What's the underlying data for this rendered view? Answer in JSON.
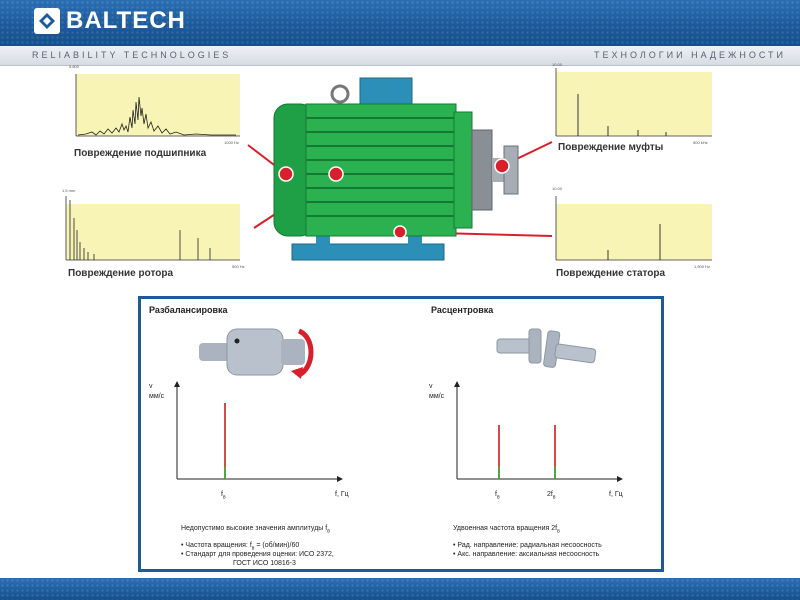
{
  "header": {
    "brand": "BALTECH",
    "tagline_left": "RELIABILITY  TECHNOLOGIES",
    "tagline_right": "ТЕХНОЛОГИИ НАДЕЖНОСТИ"
  },
  "motor_faults": {
    "bearing": {
      "caption": "Повреждение подшипника",
      "y_top": "5.800",
      "x_end": "1000 Hz"
    },
    "rotor": {
      "caption": "Повреждение ротора",
      "y_top": "1.5 mm",
      "x_end": "500 Hz"
    },
    "coupling": {
      "caption": "Повреждение муфты",
      "y_top": "10.00",
      "x_end": "500 kHz"
    },
    "stator": {
      "caption": "Повреждение статора",
      "y_top": "10.00",
      "x_end": "1,500 Hz"
    }
  },
  "unbalance": {
    "title": "Разбалансировка",
    "y_axis": "v",
    "y_unit": "мм/с",
    "x_axis": "f, Гц",
    "peak_label": "f",
    "peak_sub": "в",
    "desc_prefix": "Недопустимо высокие значения амплитуды f",
    "desc_sub": "в",
    "bullet1": "•  Частота вращения: f",
    "bullet1_sub": "в",
    "bullet1_rest": " = (об/мин)/60",
    "bullet2": "•  Стандарт для проведения оценки: ИСО 2372,",
    "bullet3": "ГОСТ ИСО 10816-3"
  },
  "misalignment": {
    "title": "Расцентровка",
    "y_axis": "v",
    "y_unit": "мм/с",
    "x_axis": "f, Гц",
    "peak1_label": "f",
    "peak1_sub": "в",
    "peak2_label": "2f",
    "peak2_sub": "в",
    "desc_prefix": "Удвоенная частота вращения 2f",
    "desc_sub": "в",
    "bullet1": "•  Рад. направление: радиальная несоосность",
    "bullet2": "•  Акс. направление: аксиальная несоосность"
  },
  "colors": {
    "brand_blue": "#1c5a9c",
    "spectrum_bg": "#f8f4b6",
    "motor_green": "#24a84a",
    "fault_red": "#d8202c",
    "peak_red": "#c81e1e",
    "peak_green": "#30b040"
  }
}
